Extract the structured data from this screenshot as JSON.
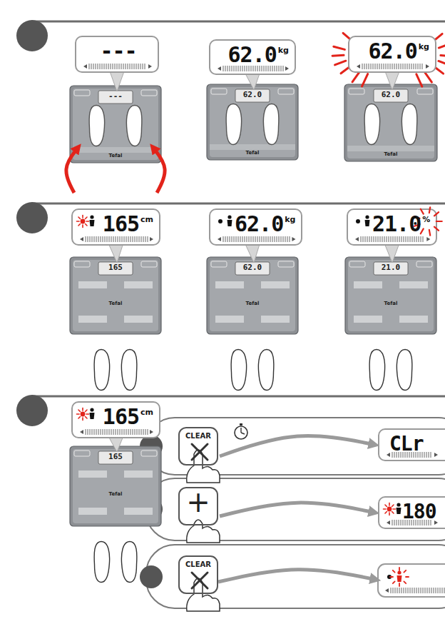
{
  "diagram": {
    "nodes": [
      {
        "text": [
          "---"
        ]
      },
      {
        "text": [
          "62.0",
          "kg"
        ]
      },
      {
        "text": [
          "62.0",
          "kg"
        ]
      },
      {
        "text": [
          "165",
          "cm"
        ]
      },
      {
        "text": [
          "62.0",
          "kg"
        ]
      },
      {
        "text": [
          "21.0",
          "%"
        ]
      },
      {
        "text": [
          "165",
          "cm"
        ]
      },
      {
        "text": [
          "CLEAR"
        ]
      },
      {
        "text": [
          "CLr"
        ]
      },
      {
        "text": [
          "+"
        ]
      },
      {
        "text": [
          "180"
        ]
      },
      {
        "text": [
          "CLEAR"
        ]
      }
    ],
    "edges": [
      {
        "from": 7,
        "to": 8,
        "arrow": "to"
      },
      {
        "from": 9,
        "to": 10,
        "arrow": "to"
      }
    ],
    "labels": [
      "---",
      "Tefal",
      "62.0",
      "Tefal",
      "62.0",
      "Tefal",
      "165",
      "Tefal",
      "62.0",
      "Tefal",
      "21.0",
      "Tefal",
      "165",
      "Tefal"
    ]
  }
}
